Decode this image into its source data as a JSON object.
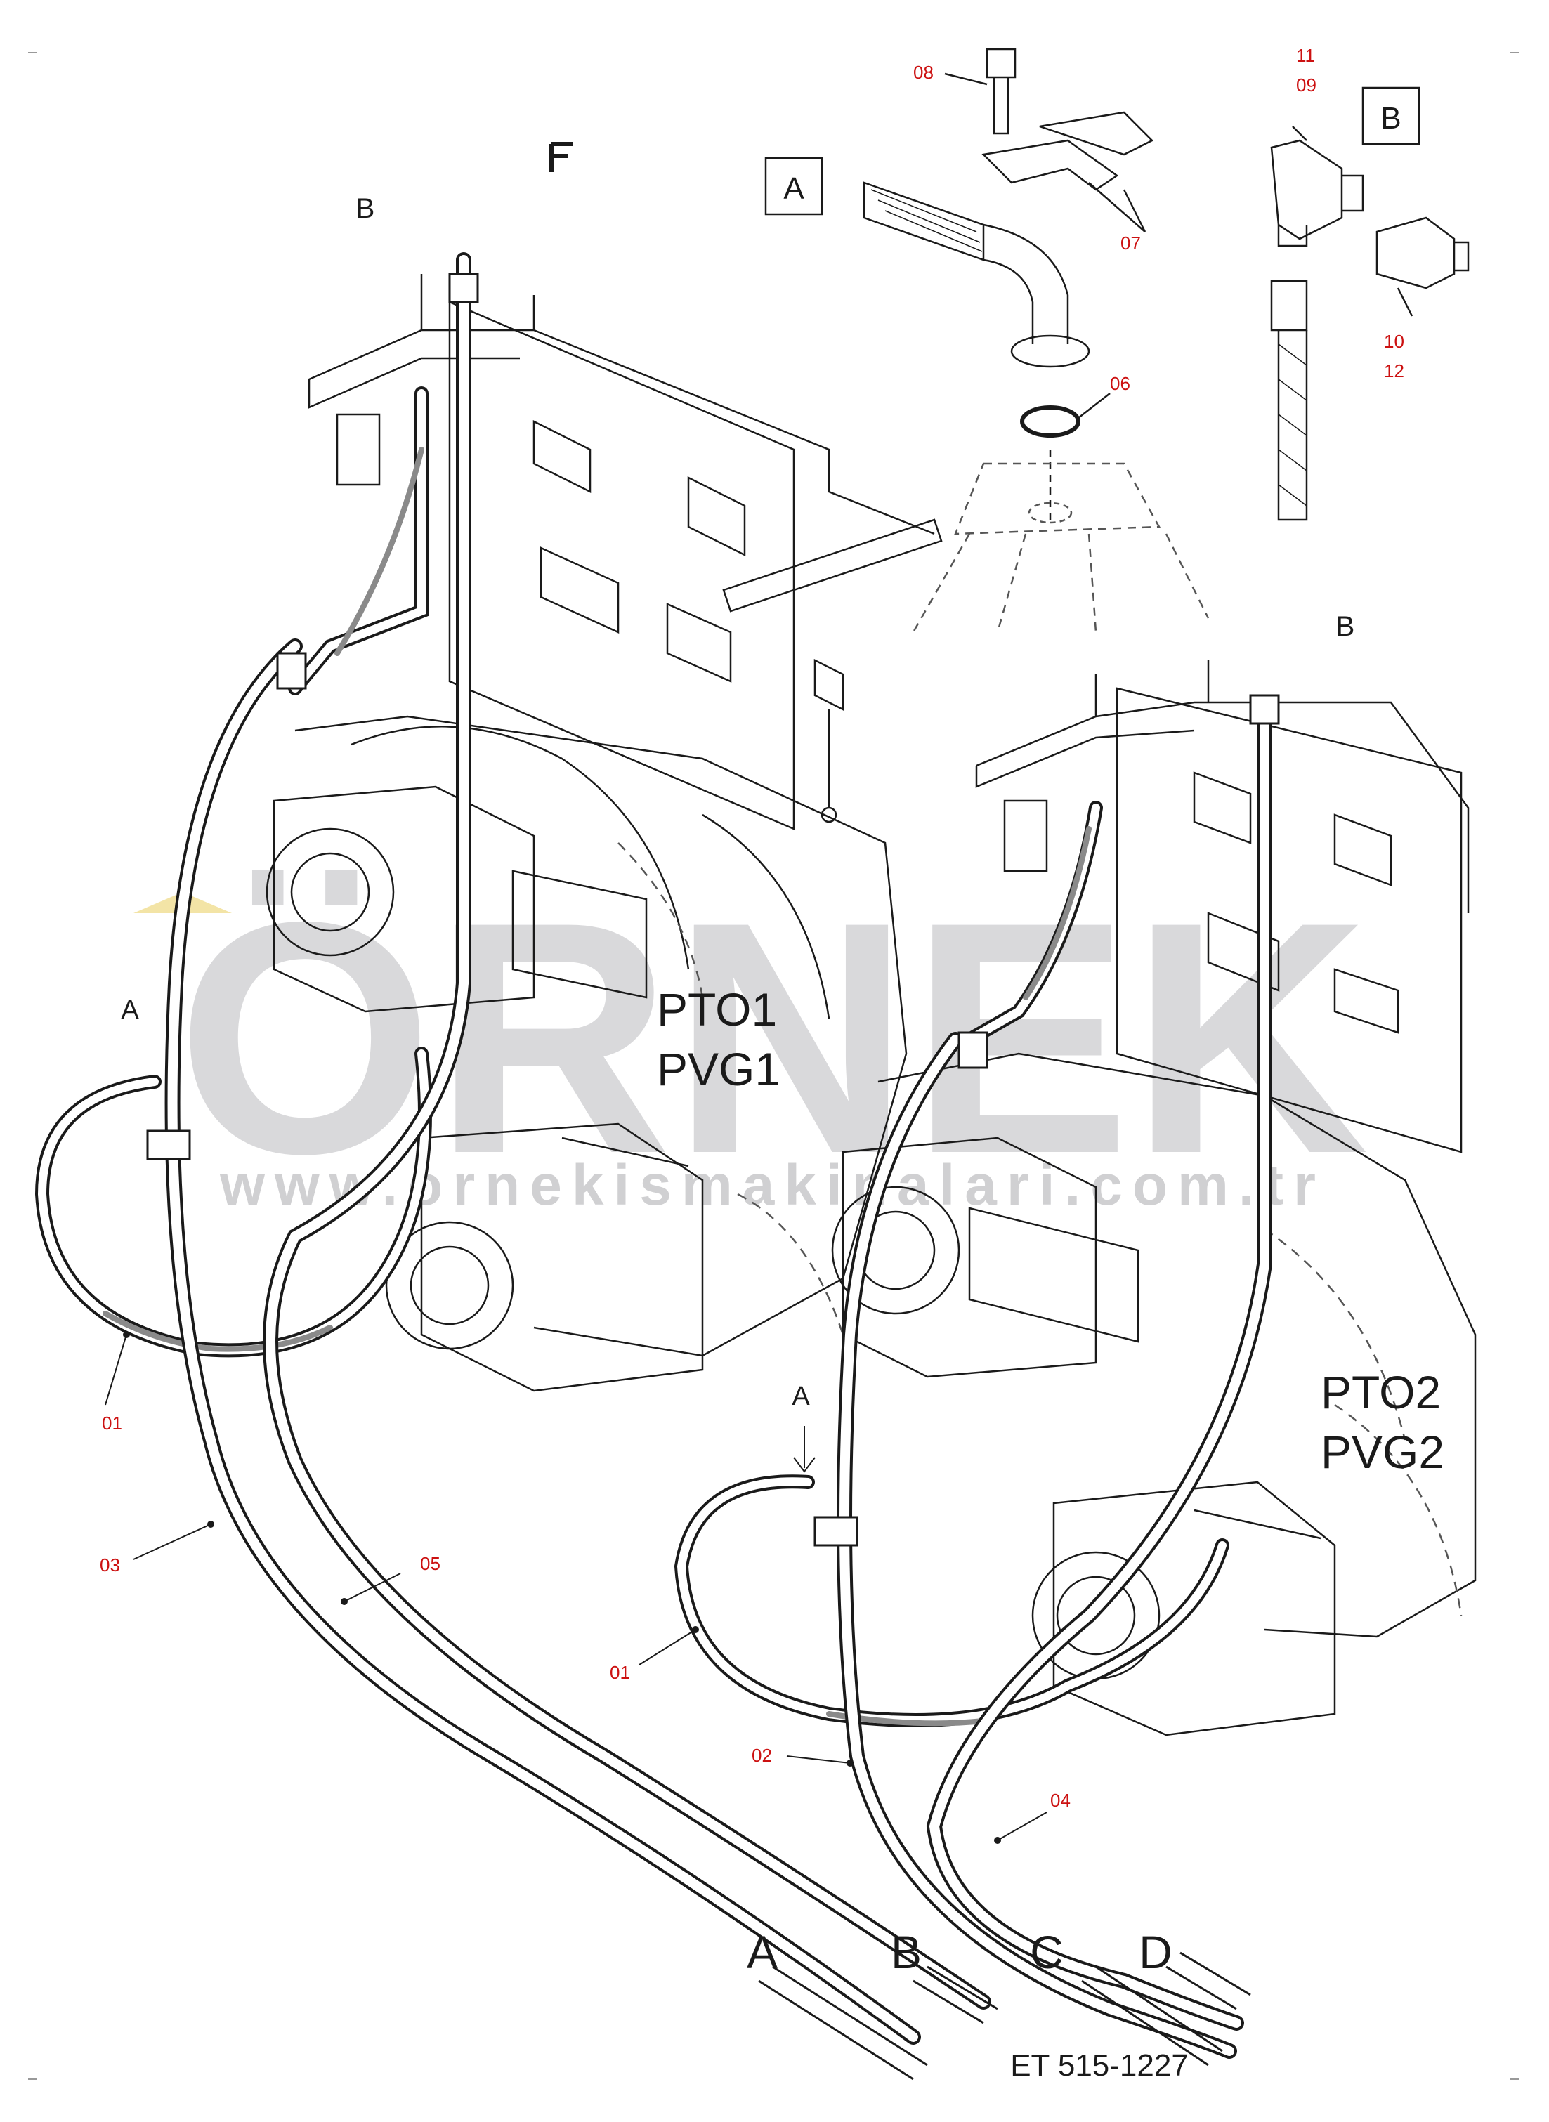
{
  "watermark": {
    "brand": "ÖRNEK",
    "url": "www.ornekismakinalari.com.tr",
    "color": "#d9d9db",
    "accent": "#f3e4a6"
  },
  "colors": {
    "line": "#1a1a1a",
    "dash": "#555555",
    "callout": "#cc1111",
    "hose_fill": "#8a8a8a"
  },
  "detail_tags": {
    "a": "A",
    "b": "B"
  },
  "view_marks": {
    "b_top_left": "B",
    "b_mid_right": "B",
    "a_left": "A",
    "a_right": "A"
  },
  "pump_labels": {
    "pto1": "PTO1",
    "pvg1": "PVG1",
    "pto2": "PTO2",
    "pvg2": "PVG2"
  },
  "callouts": {
    "c06": "06",
    "c07": "07",
    "c08": "08",
    "c09": "09",
    "c10": "10",
    "c11": "11",
    "c12": "12",
    "c01_left": "01",
    "c01_right": "01",
    "c02": "02",
    "c03": "03",
    "c04": "04",
    "c05": "05"
  },
  "line_ends": {
    "a": "A",
    "b": "B",
    "c": "C",
    "d": "D"
  },
  "drawing_number": "ET 515-1227"
}
